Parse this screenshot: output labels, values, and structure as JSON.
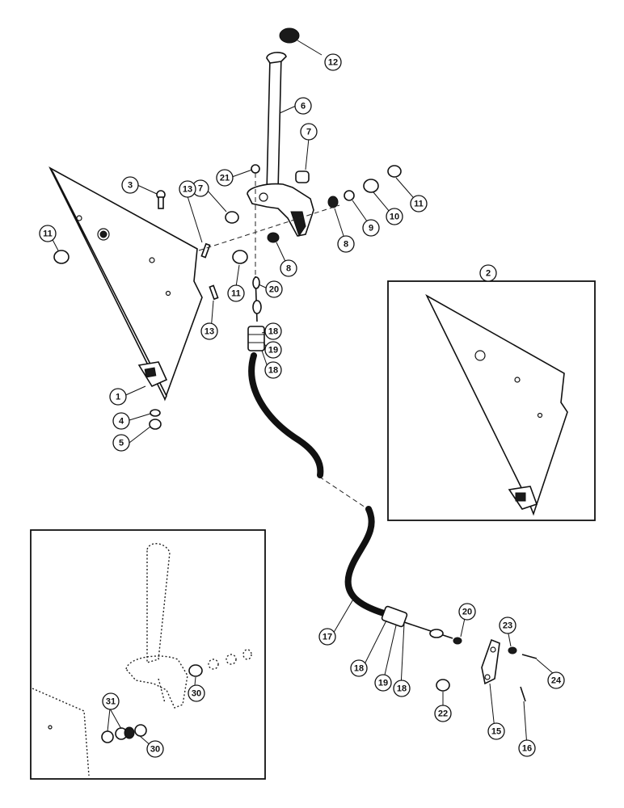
{
  "callouts": [
    {
      "id": "c12",
      "label": "12"
    },
    {
      "id": "c6",
      "label": "6"
    },
    {
      "id": "c7a",
      "label": "7"
    },
    {
      "id": "c21",
      "label": "21"
    },
    {
      "id": "c3",
      "label": "3"
    },
    {
      "id": "c7b",
      "label": "7"
    },
    {
      "id": "c13a",
      "label": "13"
    },
    {
      "id": "c11a",
      "label": "11"
    },
    {
      "id": "c11b",
      "label": "11"
    },
    {
      "id": "c11c",
      "label": "11"
    },
    {
      "id": "c10",
      "label": "10"
    },
    {
      "id": "c9",
      "label": "9"
    },
    {
      "id": "c8a",
      "label": "8"
    },
    {
      "id": "c8b",
      "label": "8"
    },
    {
      "id": "c20a",
      "label": "20"
    },
    {
      "id": "c13b",
      "label": "13"
    },
    {
      "id": "c2",
      "label": "2"
    },
    {
      "id": "c18a",
      "label": "18"
    },
    {
      "id": "c19a",
      "label": "19"
    },
    {
      "id": "c18b",
      "label": "18"
    },
    {
      "id": "c1",
      "label": "1"
    },
    {
      "id": "c4",
      "label": "4"
    },
    {
      "id": "c5",
      "label": "5"
    },
    {
      "id": "c17",
      "label": "17"
    },
    {
      "id": "c18c",
      "label": "18"
    },
    {
      "id": "c19b",
      "label": "19"
    },
    {
      "id": "c18d",
      "label": "18"
    },
    {
      "id": "c20b",
      "label": "20"
    },
    {
      "id": "c23",
      "label": "23"
    },
    {
      "id": "c24",
      "label": "24"
    },
    {
      "id": "c22",
      "label": "22"
    },
    {
      "id": "c15",
      "label": "15"
    },
    {
      "id": "c16",
      "label": "16"
    },
    {
      "id": "c31",
      "label": "31"
    },
    {
      "id": "c30a",
      "label": "30"
    },
    {
      "id": "c30b",
      "label": "30"
    }
  ]
}
